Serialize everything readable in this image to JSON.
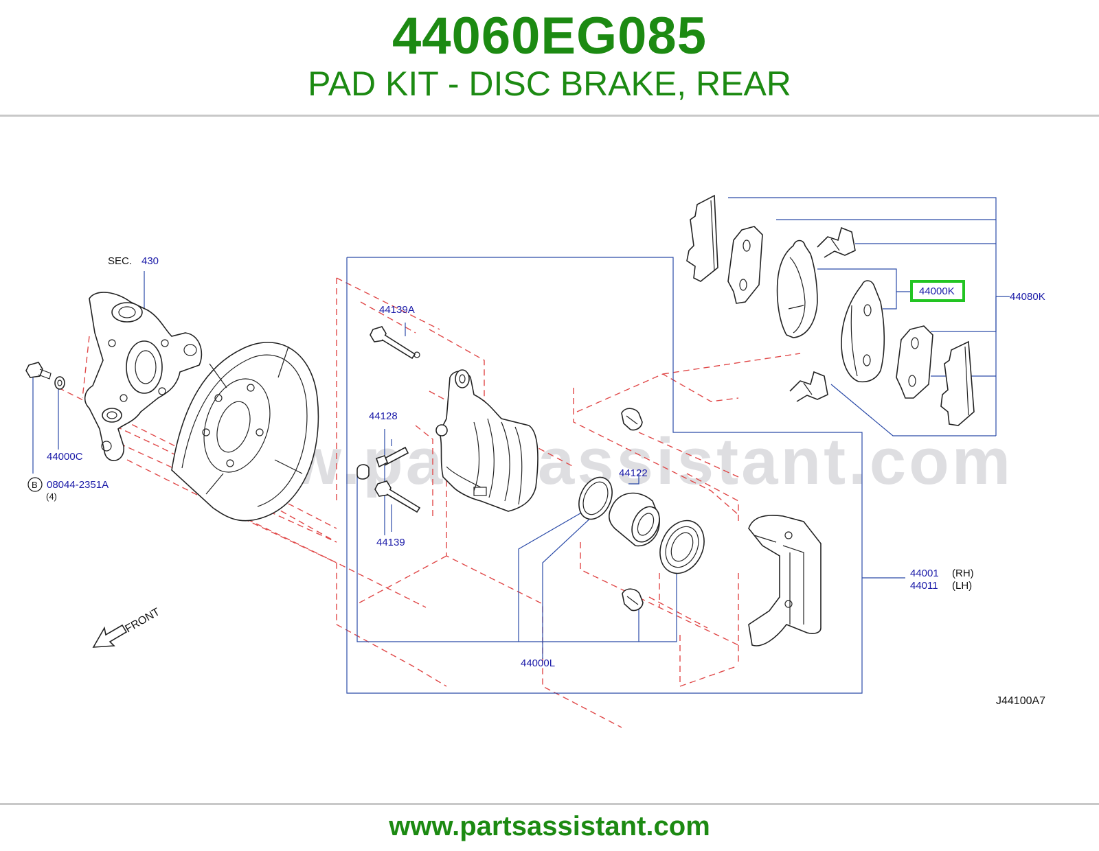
{
  "header": {
    "part_number": "44060EG085",
    "part_name": "PAD KIT - DISC BRAKE, REAR"
  },
  "diagram": {
    "watermark": "www.partsassistant.com",
    "sec_prefix": "SEC.",
    "sec_number": "430",
    "front_label": "FRONT",
    "diagram_code": "J44100A7",
    "bolt_circle_letter": "B",
    "callouts": {
      "c44139A": "44139A",
      "c44128": "44128",
      "c44139": "44139",
      "c44122": "44122",
      "c44000L": "44000L",
      "c44000C": "44000C",
      "c08044": "08044-2351A",
      "c08044_qty": "(4)",
      "c44000K": "44000K",
      "c44080K": "44080K",
      "c44001": "44001",
      "c44001_side": "(RH)",
      "c44011": "44011",
      "c44011_side": "(LH)"
    },
    "highlight_color": "#22c422",
    "callout_color": "#1a1aa8"
  },
  "footer": {
    "url": "www.partsassistant.com"
  }
}
